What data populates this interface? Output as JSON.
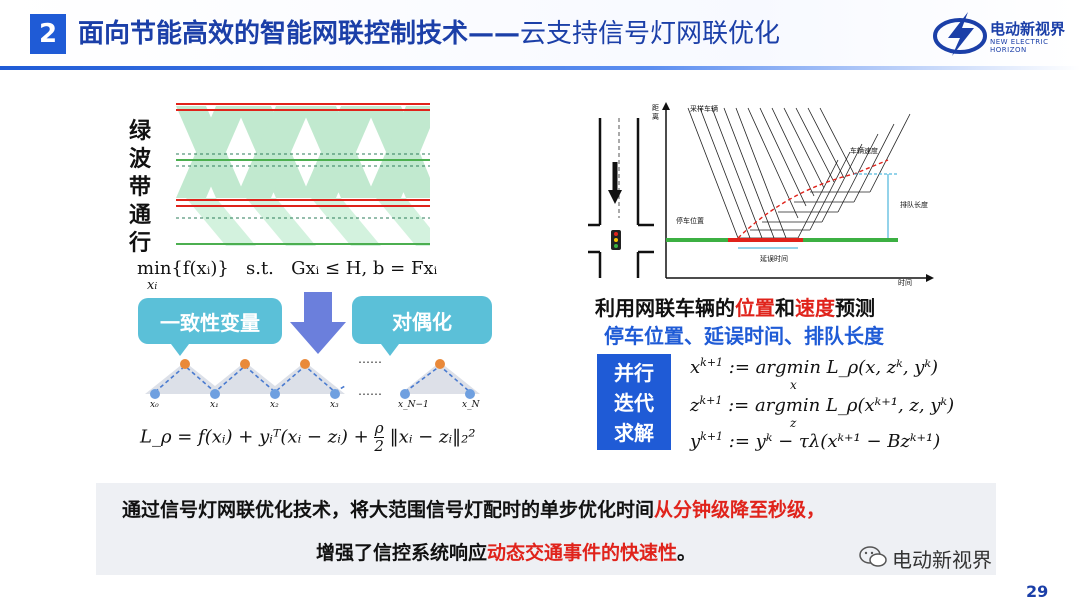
{
  "header": {
    "section_number": "2",
    "title": "面向节能高效的智能网联控制技术",
    "dash": "——",
    "subtitle": "云支持信号灯网联优化"
  },
  "logo": {
    "name": "电动新视界",
    "tagline": "NEW ELECTRIC HORIZON"
  },
  "left": {
    "vertical_title": [
      "绿",
      "波",
      "带",
      "通",
      "行"
    ],
    "optimization": {
      "min": "min",
      "sub": "x",
      "sub_i": "i",
      "objective": "{f(xᵢ)}",
      "st": "s.t.",
      "constraint": "Gxᵢ ≤ H, b = Fxᵢ"
    },
    "pill_left": "一致性变量",
    "pill_right": "对偶化",
    "dots": "……",
    "node_labels": [
      "x₀",
      "x₁",
      "x₂",
      "x₃",
      "x_N−1",
      "x_N"
    ],
    "lagrangian": "L_ρ = f(xᵢ) + yᵢᵀ(xᵢ − zᵢ) + ",
    "rho": "ρ",
    "two": "2",
    "norm": "‖xᵢ − zᵢ‖₂²"
  },
  "right": {
    "axis_y": "距离",
    "axis_x": "时间",
    "label_sample": "采样车辆",
    "label_speed": "车辆速度",
    "label_stop": "停车位置",
    "label_queue": "排队长度",
    "label_delay": "延误时间",
    "caption1_pre": "利用网联车辆的",
    "caption1_pos": "位置",
    "caption1_and": "和",
    "caption1_spd": "速度",
    "caption1_post": "预测",
    "caption2": "停车位置、延误时间、排队长度",
    "badge": [
      "并行",
      "迭代",
      "求解"
    ],
    "eq1_lhs": "x",
    "eq1_sup": "k+1",
    "eq1_rhs": ":= argmin L_ρ(x, zᵏ, yᵏ)",
    "eq1_under": "x",
    "eq2_lhs": "z",
    "eq2_sup": "k+1",
    "eq2_rhs": ":= argmin L_ρ(xᵏ⁺¹, z, yᵏ)",
    "eq2_under": "z",
    "eq3_lhs": "y",
    "eq3_sup": "k+1",
    "eq3_rhs": ":= yᵏ − τλ(xᵏ⁺¹ − Bzᵏ⁺¹)"
  },
  "bottom": {
    "l1_pre": "通过信号灯网联优化技术，将大范围信号灯配时的单步优化时间",
    "l1_red": "从分钟级降至秒级，",
    "l2_pre": "增强了信控系统响应",
    "l2_red": "动态交通事件的快速性",
    "l2_post": "。"
  },
  "watermark": "电动新视界",
  "page_number": "29",
  "colors": {
    "brand": "#1f5bd6",
    "accent_red": "#e0231b",
    "pill": "#5bc0d8",
    "green_band": "#7fcf9b"
  }
}
